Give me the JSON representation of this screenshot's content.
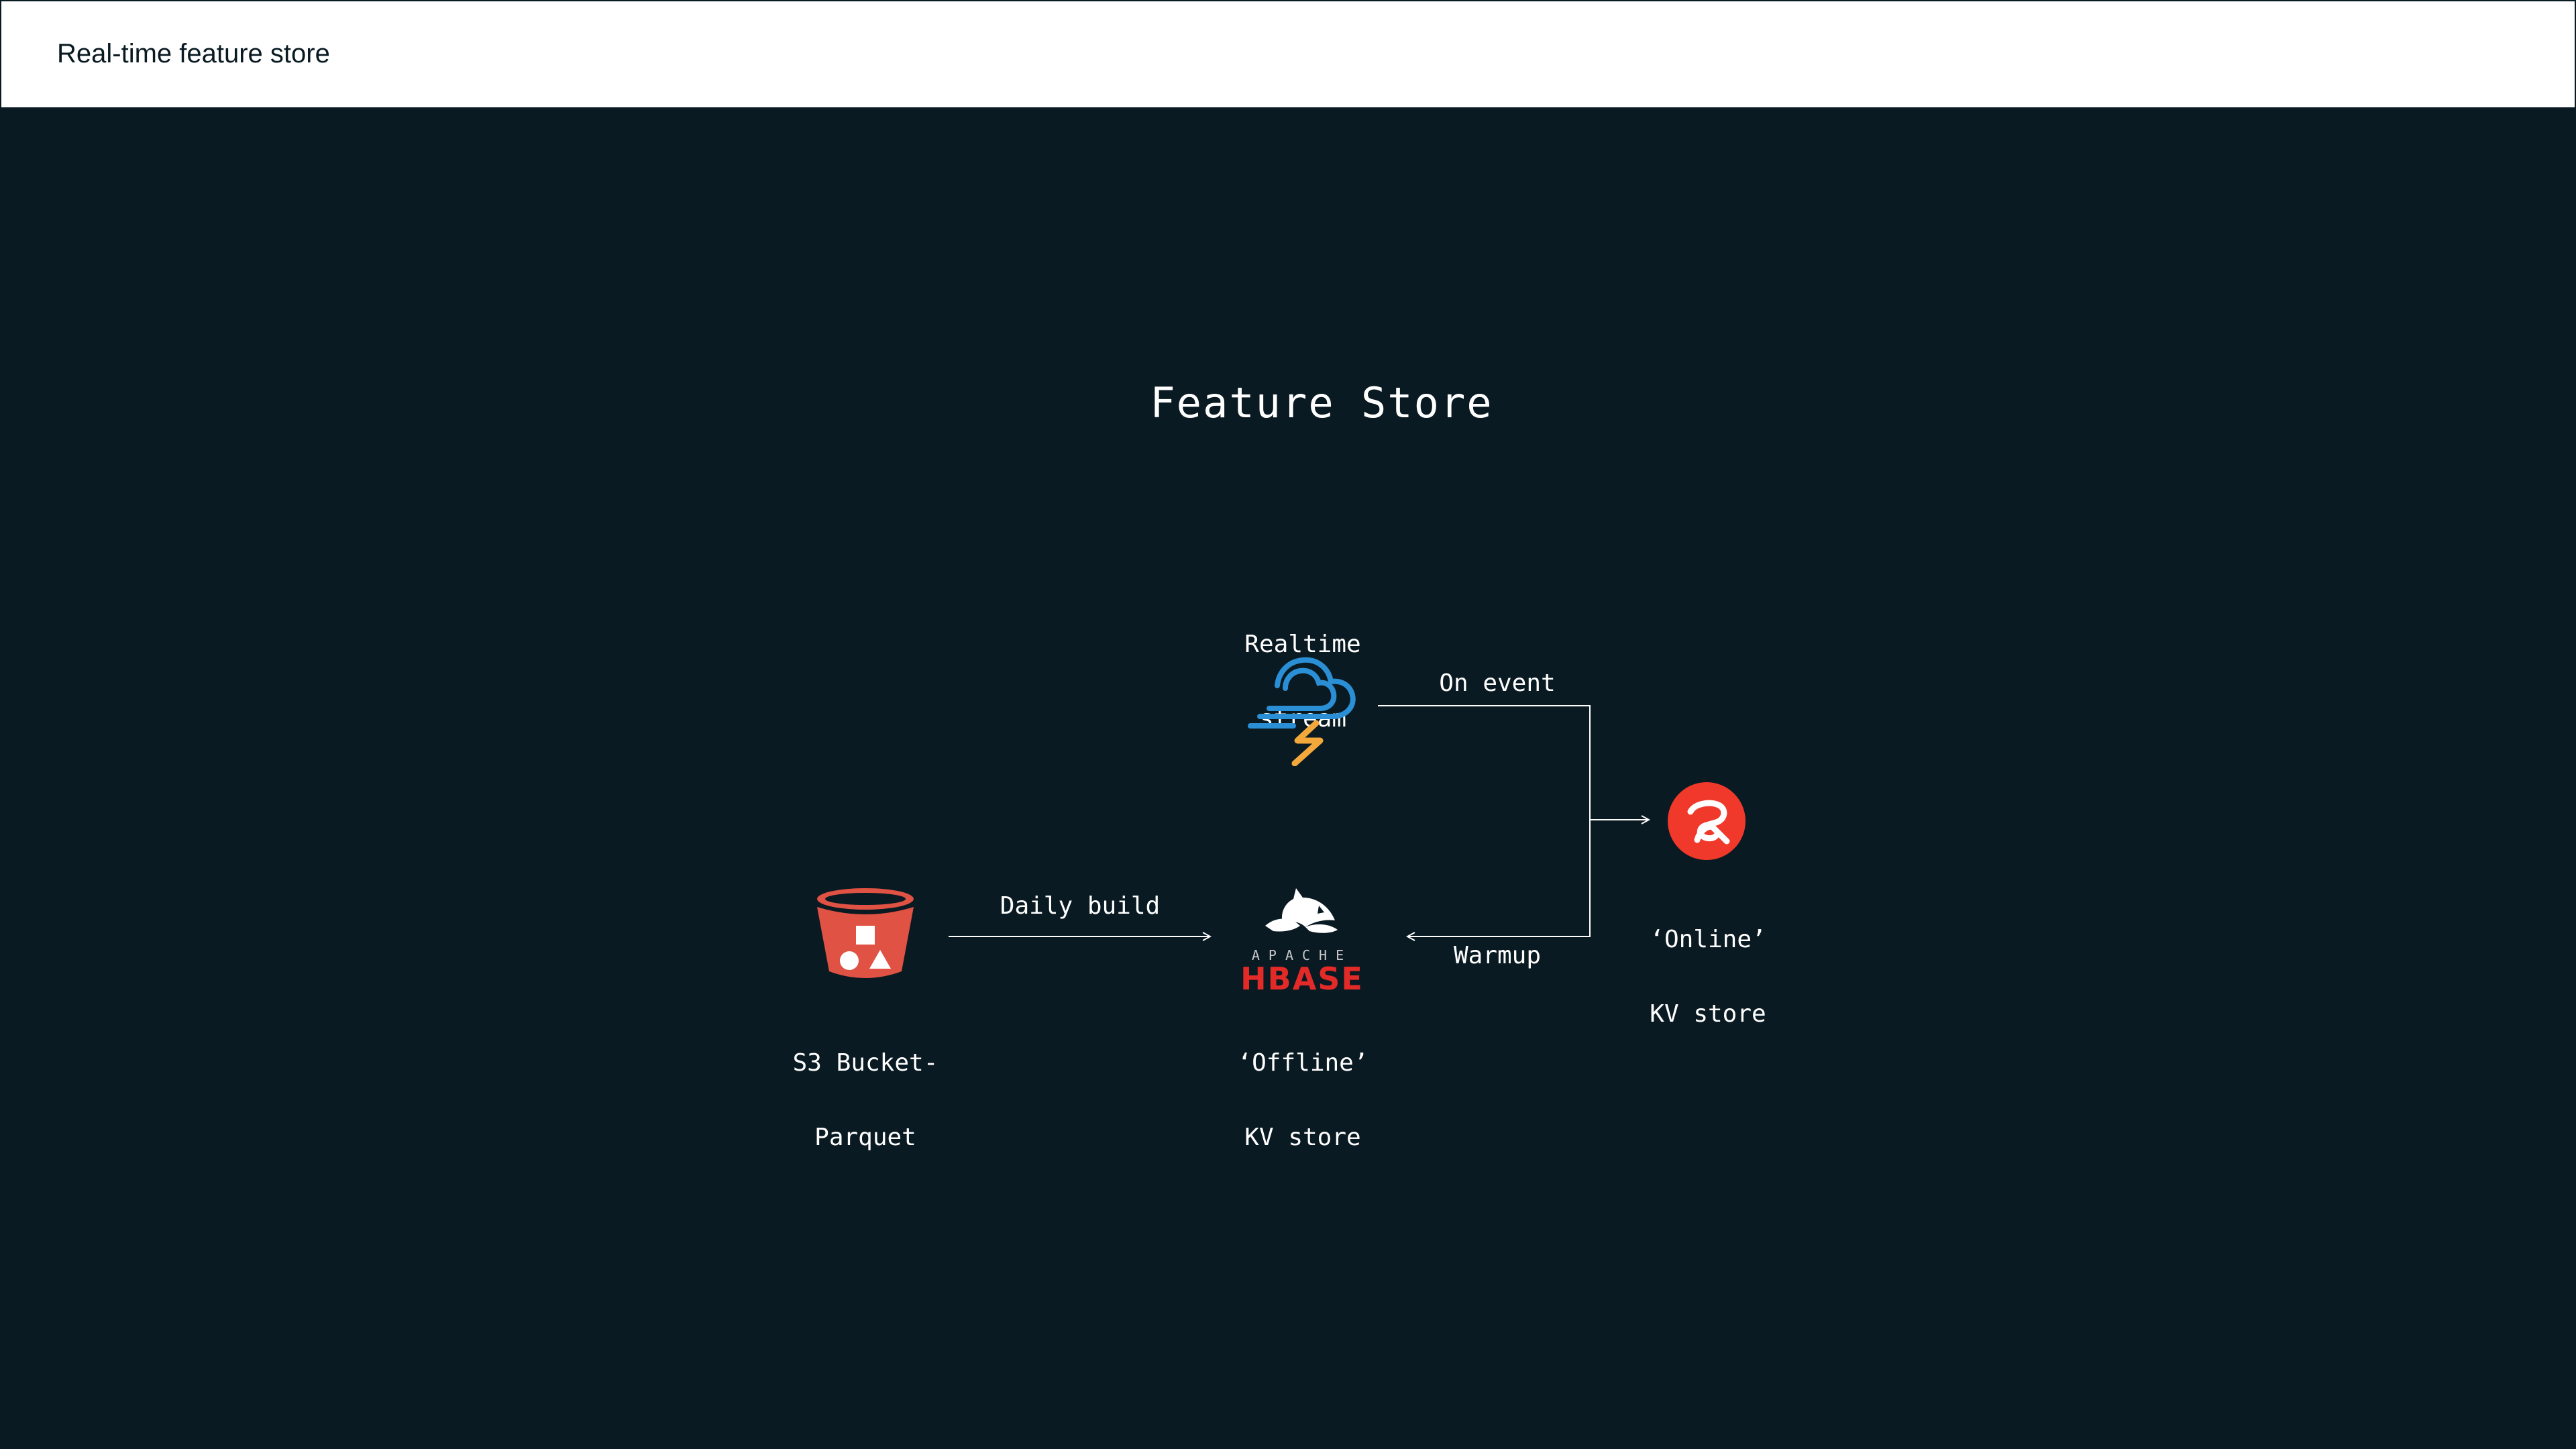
{
  "header": {
    "title": "Real-time feature store"
  },
  "diagram": {
    "title": "Feature Store",
    "nodes": {
      "realtime": {
        "label_line1": "Realtime",
        "label_line2": "stream",
        "icon": "storm-cloud-lightning-icon"
      },
      "s3": {
        "label_line1": "S3 Bucket-",
        "label_line2": "Parquet",
        "icon": "s3-bucket-icon"
      },
      "hbase": {
        "label_line1": "‘Offline’",
        "label_line2": "KV store",
        "icon": "apache-hbase-orca-icon",
        "logo_top": "APACHE",
        "logo_main": "HBASE"
      },
      "online": {
        "label_line1": "‘Online’",
        "label_line2": "KV store",
        "icon": "redis-style-r-icon"
      }
    },
    "edges": {
      "on_event": "On event",
      "daily_build": "Daily build",
      "warmup": "Warmup"
    },
    "colors": {
      "background": "#0a1a22",
      "s3_red": "#e05243",
      "online_red": "#f0392b",
      "hbase_red": "#e22a28",
      "storm_blue": "#2a8fd4",
      "bolt_orange": "#f3a83b"
    }
  }
}
